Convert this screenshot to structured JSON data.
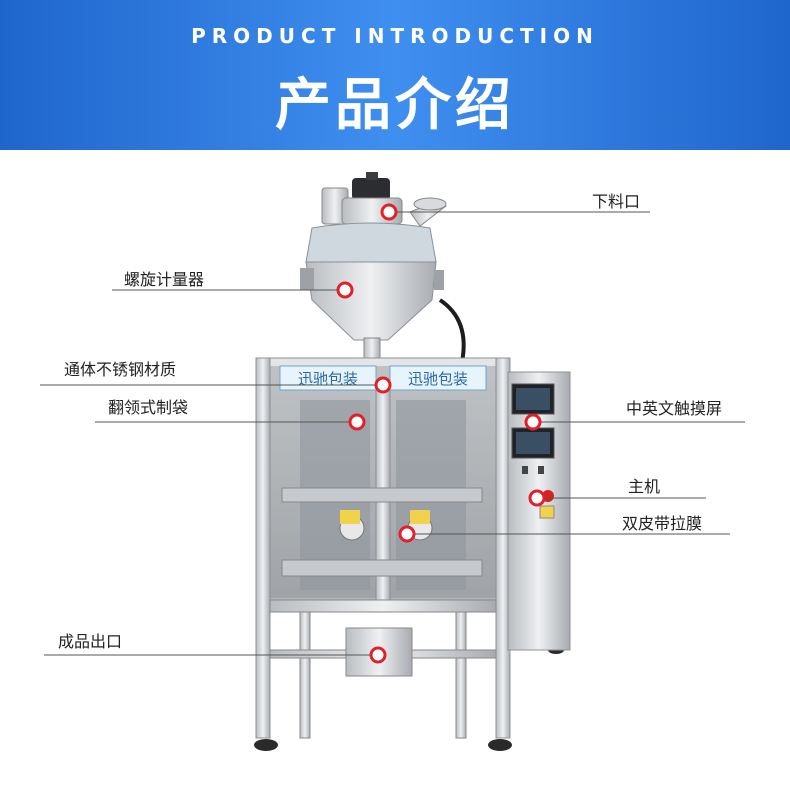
{
  "header": {
    "subtitle": "PRODUCT INTRODUCTION",
    "title": "产品介绍"
  },
  "machine": {
    "brand_panels": [
      "迅驰包装",
      "迅驰包装"
    ]
  },
  "callouts": [
    {
      "id": "feed",
      "label": "下料口"
    },
    {
      "id": "auger",
      "label": "螺旋计量器"
    },
    {
      "id": "steel",
      "label": "通体不锈钢材质"
    },
    {
      "id": "former",
      "label": "翻领式制袋"
    },
    {
      "id": "touchscreen",
      "label": "中英文触摸屏"
    },
    {
      "id": "main",
      "label": "主机"
    },
    {
      "id": "film",
      "label": "双皮带拉膜"
    },
    {
      "id": "outlet",
      "label": "成品出口"
    }
  ],
  "colors": {
    "banner": "#2a78dd",
    "marker_ring": "#e0202a",
    "leader": "#555555"
  }
}
